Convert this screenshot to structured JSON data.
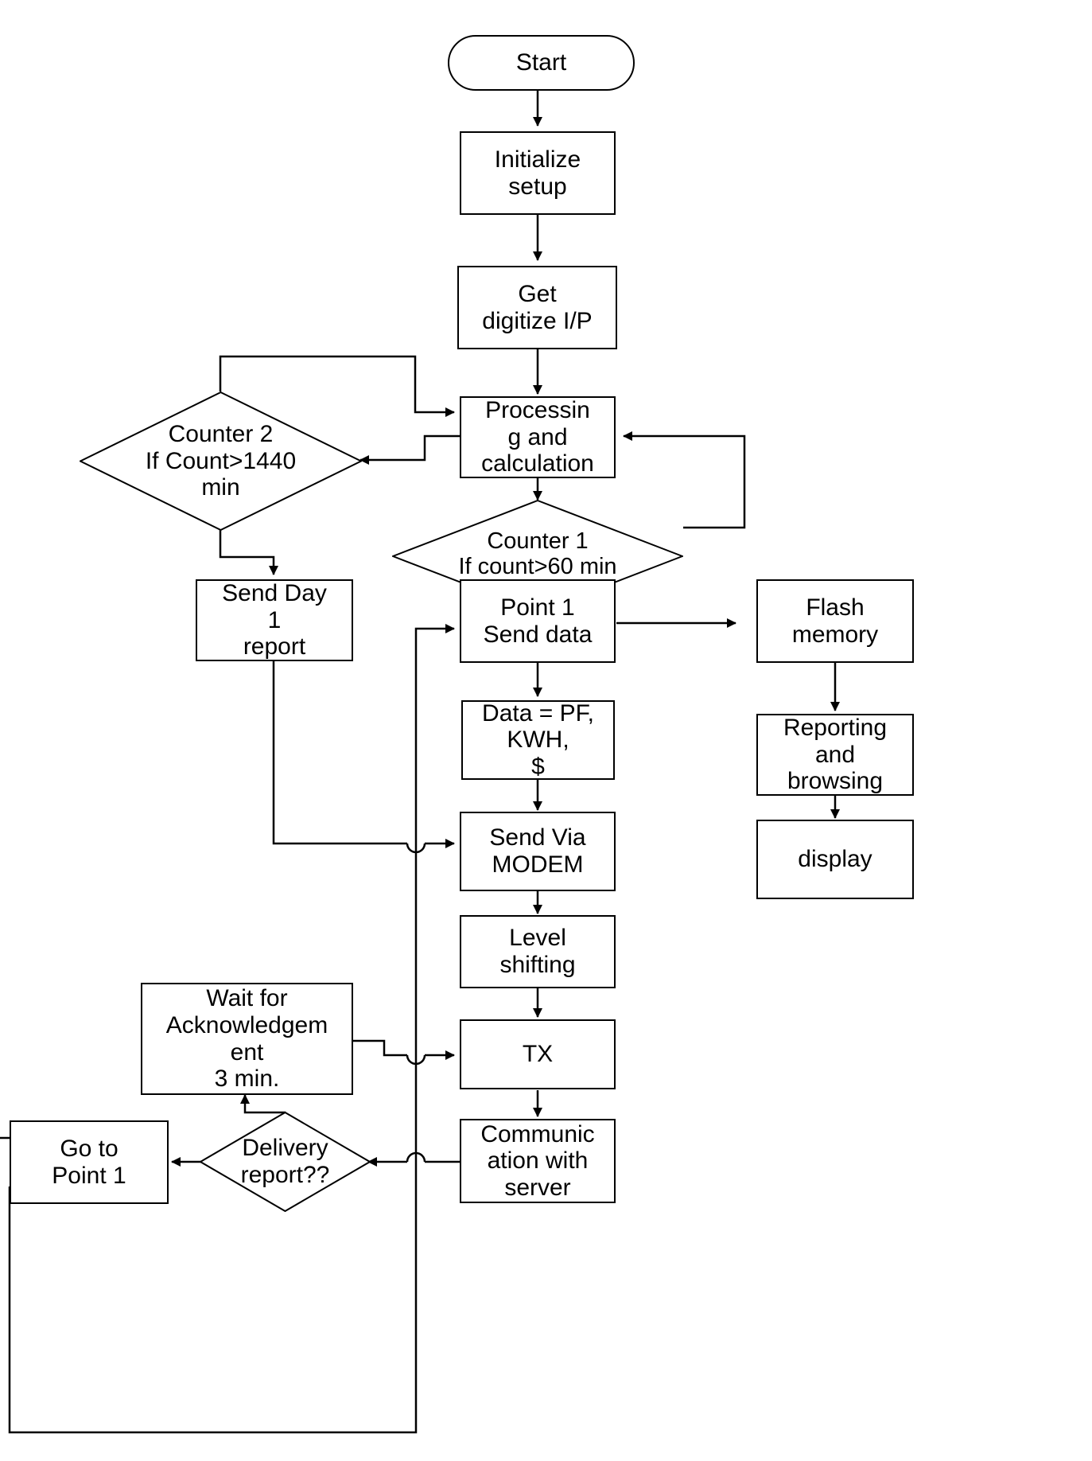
{
  "diagram": {
    "title": "Energy meter data acquisition and reporting flowchart",
    "stroke_color": "#000000",
    "fill_color": "#ffffff",
    "text_color": "#000000"
  },
  "nodes": {
    "start": {
      "label": "Start",
      "shape": "terminator"
    },
    "initialize_setup": {
      "label": "Initialize\nsetup",
      "shape": "process"
    },
    "get_digitize": {
      "label": "Get\ndigitize I/P",
      "shape": "process"
    },
    "processing": {
      "label": "Processin\ng and\ncalculation",
      "shape": "process"
    },
    "counter2": {
      "label": "Counter 2\nIf Count>1440\nmin",
      "shape": "decision"
    },
    "counter1": {
      "label": "Counter 1\nIf count>60 min",
      "shape": "decision"
    },
    "send_day1": {
      "label": "Send Day\n1\nreport",
      "shape": "process"
    },
    "point1": {
      "label": "Point 1\nSend data",
      "shape": "process"
    },
    "flash_memory": {
      "label": "Flash\nmemory",
      "shape": "process"
    },
    "data_pf": {
      "label": "Data = PF,\nKWH,\n$",
      "shape": "process"
    },
    "reporting": {
      "label": "Reporting\nand\nbrowsing",
      "shape": "process"
    },
    "send_modem": {
      "label": "Send Via\nMODEM",
      "shape": "process"
    },
    "display": {
      "label": "display",
      "shape": "process"
    },
    "level_shifting": {
      "label": "Level\nshifting",
      "shape": "process"
    },
    "wait_ack": {
      "label": "Wait for\nAcknowledgem\nent\n3 min.",
      "shape": "process"
    },
    "tx": {
      "label": "TX",
      "shape": "process"
    },
    "go_to_point1": {
      "label": "Go to\nPoint 1",
      "shape": "process"
    },
    "delivery_report": {
      "label": "Delivery\nreport??",
      "shape": "decision"
    },
    "comm_server": {
      "label": "Communic\nation with\nserver",
      "shape": "process"
    }
  },
  "edges": [
    {
      "from": "start",
      "to": "initialize_setup"
    },
    {
      "from": "initialize_setup",
      "to": "get_digitize"
    },
    {
      "from": "get_digitize",
      "to": "processing"
    },
    {
      "from": "counter2",
      "to": "processing",
      "note": "top loop back into processing"
    },
    {
      "from": "processing",
      "to": "counter2",
      "note": "left branch to counter 2"
    },
    {
      "from": "processing",
      "to": "counter1"
    },
    {
      "from": "counter1",
      "to": "processing",
      "note": "right loop back"
    },
    {
      "from": "counter2",
      "to": "send_day1",
      "note": "yes branch down"
    },
    {
      "from": "counter1",
      "to": "point1"
    },
    {
      "from": "point1",
      "to": "flash_memory"
    },
    {
      "from": "point1",
      "to": "data_pf"
    },
    {
      "from": "flash_memory",
      "to": "reporting"
    },
    {
      "from": "reporting",
      "to": "display"
    },
    {
      "from": "data_pf",
      "to": "send_modem"
    },
    {
      "from": "send_day1",
      "to": "send_modem"
    },
    {
      "from": "send_modem",
      "to": "level_shifting"
    },
    {
      "from": "level_shifting",
      "to": "tx"
    },
    {
      "from": "wait_ack",
      "to": "tx"
    },
    {
      "from": "tx",
      "to": "comm_server"
    },
    {
      "from": "comm_server",
      "to": "delivery_report"
    },
    {
      "from": "delivery_report",
      "to": "go_to_point1"
    },
    {
      "from": "delivery_report",
      "to": "wait_ack"
    },
    {
      "from": "go_to_point1",
      "to": "point1",
      "note": "wrap around bottom back to Point 1"
    }
  ]
}
